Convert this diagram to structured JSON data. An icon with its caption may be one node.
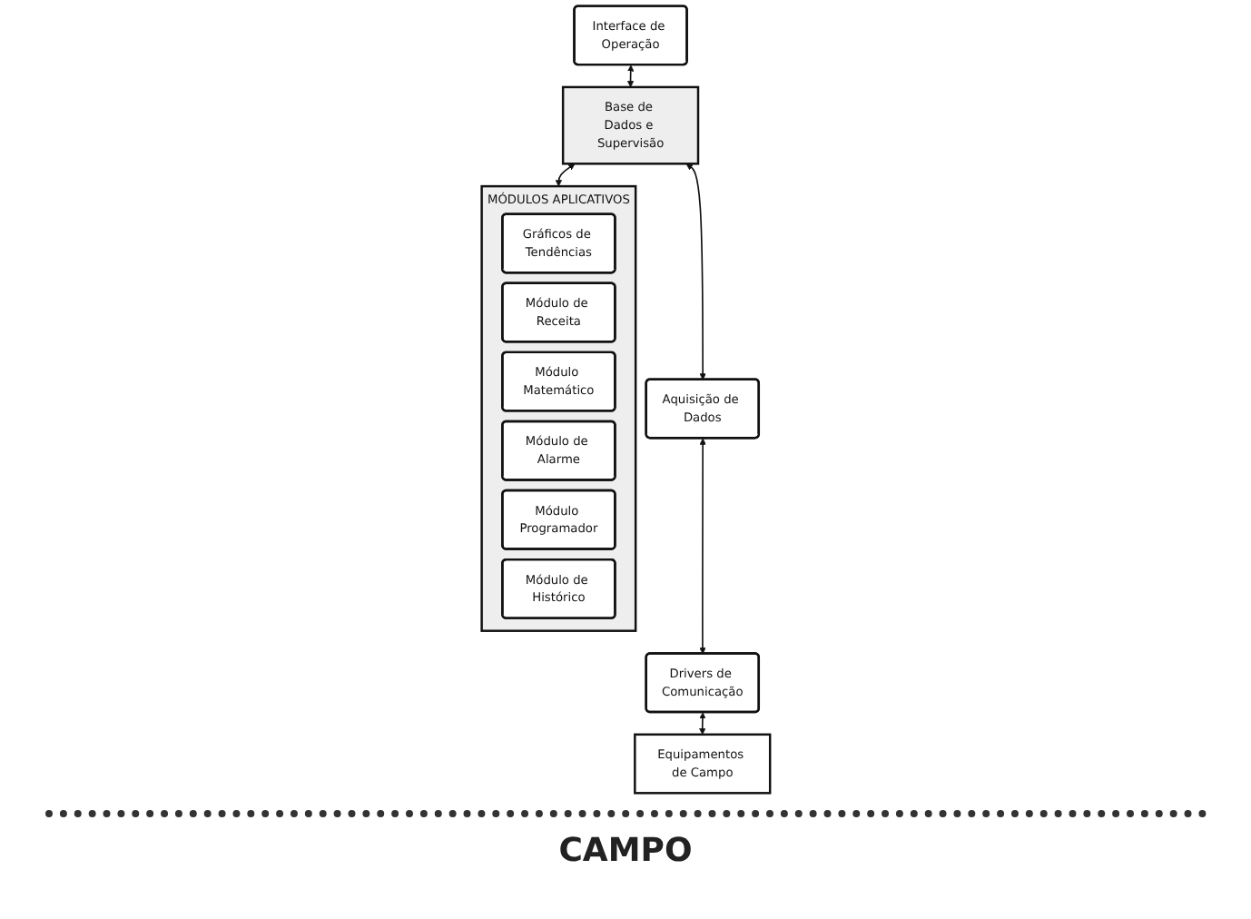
{
  "diagram": {
    "nodes": [
      {
        "text": [
          "Interface de Operação"
        ]
      },
      {
        "text": [
          "Base de Dados e Supervisão"
        ]
      },
      {
        "text": [
          "MÓDULOS APLICATIVOS"
        ]
      },
      {
        "text": [
          "Gráficos de Tendências"
        ],
        "in": 2
      },
      {
        "text": [
          "Módulo de Receita"
        ],
        "in": 2
      },
      {
        "text": [
          "Módulo Matemático"
        ],
        "in": 2
      },
      {
        "text": [
          "Módulo de Alarme"
        ],
        "in": 2
      },
      {
        "text": [
          "Módulo Programador"
        ],
        "in": 2
      },
      {
        "text": [
          "Módulo de Histórico"
        ],
        "in": 2
      },
      {
        "text": [
          "Aquisição de Dados"
        ]
      },
      {
        "text": [
          "Drivers de Comunicação"
        ]
      },
      {
        "text": [
          "Equipamentos de Campo"
        ]
      }
    ],
    "edges": [
      {
        "from": 0,
        "to": 1,
        "arrow": "both"
      },
      {
        "from": 1,
        "to": 2,
        "arrow": "both"
      },
      {
        "from": 1,
        "to": 9,
        "arrow": "both"
      },
      {
        "from": 9,
        "to": 10,
        "arrow": "both"
      },
      {
        "from": 10,
        "to": 11,
        "arrow": "both"
      }
    ],
    "labels": [
      "CAMPO"
    ]
  }
}
